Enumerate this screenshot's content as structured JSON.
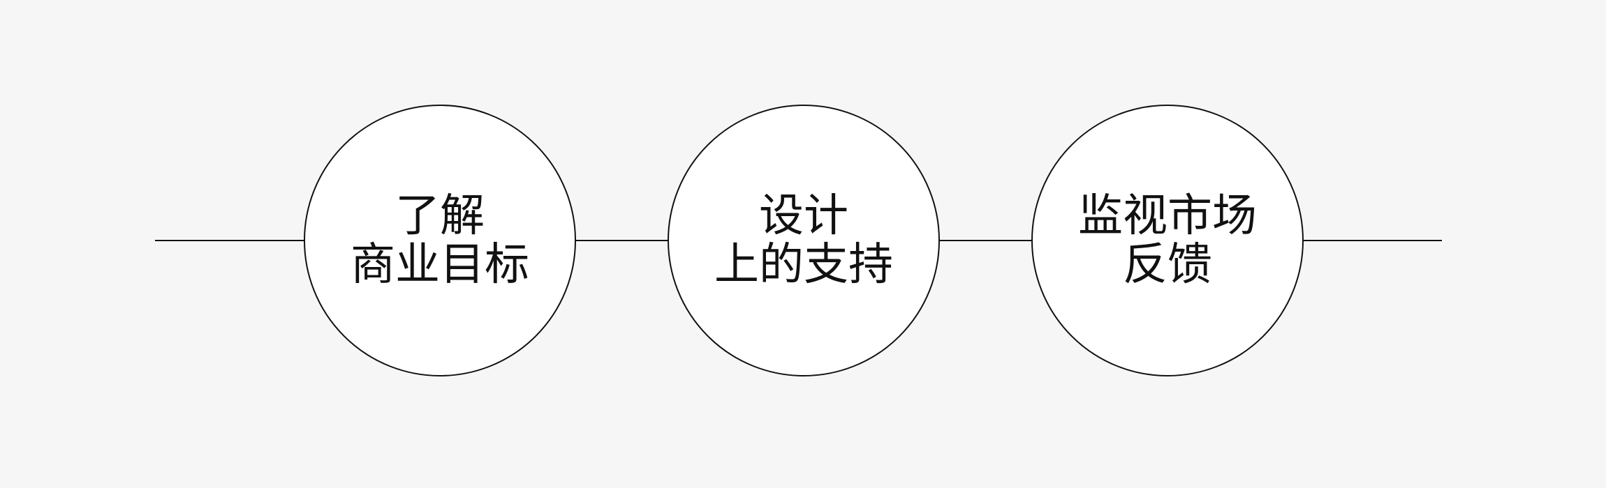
{
  "diagram": {
    "nodes": [
      {
        "lines": [
          "了解",
          "商业目标"
        ]
      },
      {
        "lines": [
          "设计",
          "上的支持"
        ]
      },
      {
        "lines": [
          "监视市场",
          "反馈"
        ]
      }
    ]
  }
}
